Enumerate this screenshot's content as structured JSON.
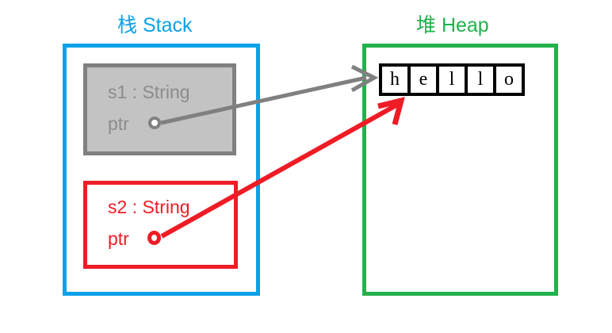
{
  "diagram": {
    "title_stack": "栈 Stack",
    "title_heap": "堆 Heap",
    "colors": {
      "stack": "#0aa1e8",
      "heap": "#22b14c",
      "s1": "#808080",
      "s1_text": "#8c8c8c",
      "s1_fill": "#c3c3c3",
      "s2": "#ee1c25",
      "cell_border": "#000000",
      "background": "#ffffff"
    }
  },
  "stack": {
    "label": "栈 Stack",
    "variables": [
      {
        "id": "s1",
        "title": "s1 : String",
        "ptr_label": "ptr",
        "color": "#808080"
      },
      {
        "id": "s2",
        "title": "s2 : String",
        "ptr_label": "ptr",
        "color": "#ee1c25"
      }
    ]
  },
  "heap": {
    "label": "堆 Heap",
    "string_value": "hello",
    "cells": [
      "h",
      "e",
      "l",
      "l",
      "o"
    ]
  },
  "arrows": [
    {
      "id": "s1-to-heap",
      "from": "s1.ptr",
      "to": "heap.string_value",
      "color": "#808080"
    },
    {
      "id": "s2-to-heap",
      "from": "s2.ptr",
      "to": "heap.string_value",
      "color": "#ee1c25"
    }
  ]
}
